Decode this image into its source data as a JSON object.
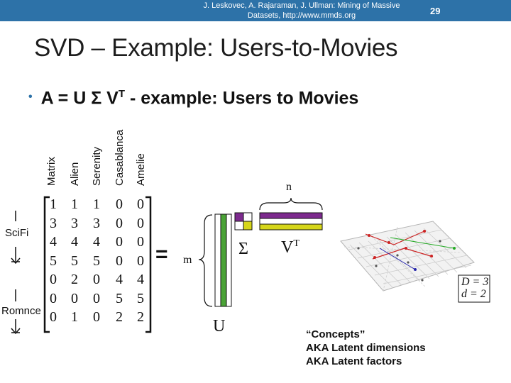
{
  "header": {
    "citation_line1": "J. Leskovec, A. Rajaraman, J. Ullman: Mining of Massive",
    "citation_line2": "Datasets, http://www.mmds.org",
    "page_number": "29",
    "bar_color": "#2d72a8"
  },
  "title": "SVD – Example: Users-to-Movies",
  "bullet": {
    "prefix": "A = U Σ V",
    "superscript": "T",
    "suffix": " - example: Users to Movies"
  },
  "matrix": {
    "columns": [
      "Matrix",
      "Alien",
      "Serenity",
      "Casablanca",
      "Amelie"
    ],
    "row_labels": [
      "SciFi",
      "Romnce"
    ],
    "values": [
      [
        "1",
        "1",
        "1",
        "0",
        "0"
      ],
      [
        "3",
        "3",
        "3",
        "0",
        "0"
      ],
      [
        "4",
        "4",
        "4",
        "0",
        "0"
      ],
      [
        "5",
        "5",
        "5",
        "0",
        "0"
      ],
      [
        "0",
        "2",
        "0",
        "4",
        "4"
      ],
      [
        "0",
        "0",
        "0",
        "5",
        "5"
      ],
      [
        "0",
        "1",
        "0",
        "2",
        "2"
      ]
    ]
  },
  "equals": "=",
  "decomposition": {
    "m_label": "m",
    "n_label": "n",
    "u_label": "U",
    "sigma_label": "Σ",
    "vt_label": "V",
    "vt_sup": "T"
  },
  "inset": {
    "d_line1": "D = 3",
    "d_line2": "d = 2"
  },
  "concepts": {
    "line1": "“Concepts”",
    "line2": "AKA Latent dimensions",
    "line3": "AKA Latent factors"
  }
}
